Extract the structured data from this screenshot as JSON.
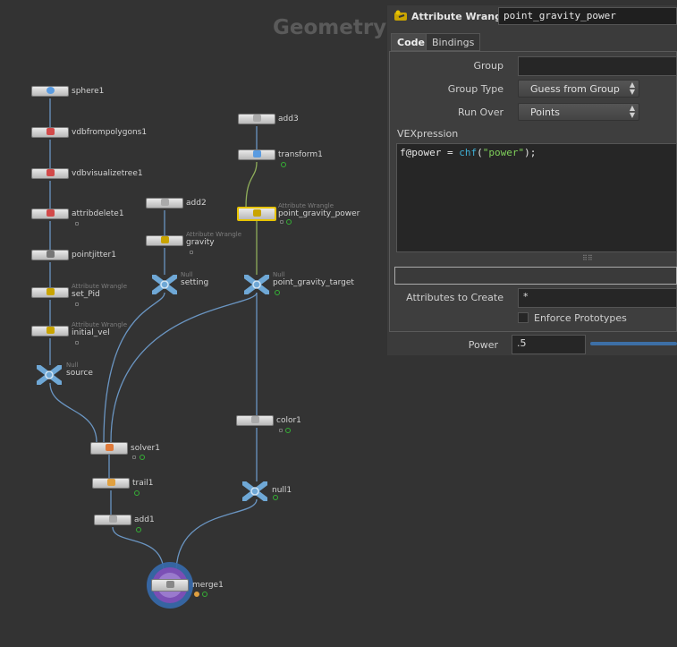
{
  "network": {
    "context_title": "Geometry",
    "nodes": [
      {
        "id": "sphere1",
        "label": "sphere1",
        "type": "",
        "icon": "sphere-icon",
        "icon_color": "#5a9be0"
      },
      {
        "id": "vdbfrompolygons1",
        "label": "vdbfrompolygons1",
        "type": "",
        "icon": "vdb-icon",
        "icon_color": "#d24a4a"
      },
      {
        "id": "vdbvisualizetree1",
        "label": "vdbvisualizetree1",
        "type": "",
        "icon": "vdb-icon",
        "icon_color": "#d24a4a"
      },
      {
        "id": "attribdelete1",
        "label": "attribdelete1",
        "type": "",
        "icon": "delete-icon",
        "icon_color": "#d24a4a"
      },
      {
        "id": "pointjitter1",
        "label": "pointjitter1",
        "type": "",
        "icon": "jitter-icon",
        "icon_color": "#777777"
      },
      {
        "id": "set_Pid",
        "label": "set_Pid",
        "type": "Attribute Wrangle",
        "icon": "wrangle-icon",
        "icon_color": "#c9a400"
      },
      {
        "id": "initial_vel",
        "label": "initial_vel",
        "type": "Attribute Wrangle",
        "icon": "wrangle-icon",
        "icon_color": "#c9a400"
      },
      {
        "id": "source",
        "label": "source",
        "type": "Null",
        "icon": "null-icon",
        "icon_color": "#6fa8d6"
      },
      {
        "id": "add2",
        "label": "add2",
        "type": "",
        "icon": "add-icon",
        "icon_color": "#888888"
      },
      {
        "id": "gravity",
        "label": "gravity",
        "type": "Attribute Wrangle",
        "icon": "wrangle-icon",
        "icon_color": "#c9a400"
      },
      {
        "id": "setting",
        "label": "setting",
        "type": "Null",
        "icon": "null-icon",
        "icon_color": "#6fa8d6"
      },
      {
        "id": "add3",
        "label": "add3",
        "type": "",
        "icon": "add-icon",
        "icon_color": "#888888"
      },
      {
        "id": "transform1",
        "label": "transform1",
        "type": "",
        "icon": "transform-icon",
        "icon_color": "#5a9be0"
      },
      {
        "id": "point_gravity_power",
        "label": "point_gravity_power",
        "type": "Attribute Wrangle",
        "icon": "wrangle-icon",
        "icon_color": "#c9a400"
      },
      {
        "id": "point_gravity_target",
        "label": "point_gravity_target",
        "type": "Null",
        "icon": "null-icon",
        "icon_color": "#6fa8d6"
      },
      {
        "id": "color1",
        "label": "color1",
        "type": "",
        "icon": "color-icon",
        "icon_color": "#888888"
      },
      {
        "id": "null1",
        "label": "null1",
        "type": "",
        "icon": "null-icon",
        "icon_color": "#6fa8d6"
      },
      {
        "id": "solver1",
        "label": "solver1",
        "type": "",
        "icon": "solver-icon",
        "icon_color": "#e07a3a"
      },
      {
        "id": "trail1",
        "label": "trail1",
        "type": "",
        "icon": "trail-icon",
        "icon_color": "#e0a040"
      },
      {
        "id": "add1",
        "label": "add1",
        "type": "",
        "icon": "add-icon",
        "icon_color": "#888888"
      },
      {
        "id": "merge1",
        "label": "merge1",
        "type": "",
        "icon": "merge-icon",
        "icon_color": "#888888"
      }
    ],
    "colors": {
      "wire": "#6a95c2",
      "wire_selected": "#8fae5a",
      "selected_outline": "#e8c400",
      "display_flag": "#7b4fb5"
    }
  },
  "panel": {
    "node_type": "Attribute Wrangle",
    "node_name": "point_gravity_power",
    "tabs": [
      {
        "label": "Code",
        "active": true
      },
      {
        "label": "Bindings",
        "active": false
      }
    ],
    "group_label": "Group",
    "group_value": "",
    "group_type_label": "Group Type",
    "group_type_value": "Guess from Group",
    "run_over_label": "Run Over",
    "run_over_value": "Points",
    "vexpression_label": "VEXpression",
    "code": {
      "var": "f@power = ",
      "fn": "chf",
      "open": "(",
      "str": "\"power\"",
      "close": ");"
    },
    "attributes_to_create_label": "Attributes to Create",
    "attributes_to_create_value": "*",
    "enforce_prototypes_label": "Enforce Prototypes",
    "power_label": "Power",
    "power_value": ".5"
  }
}
